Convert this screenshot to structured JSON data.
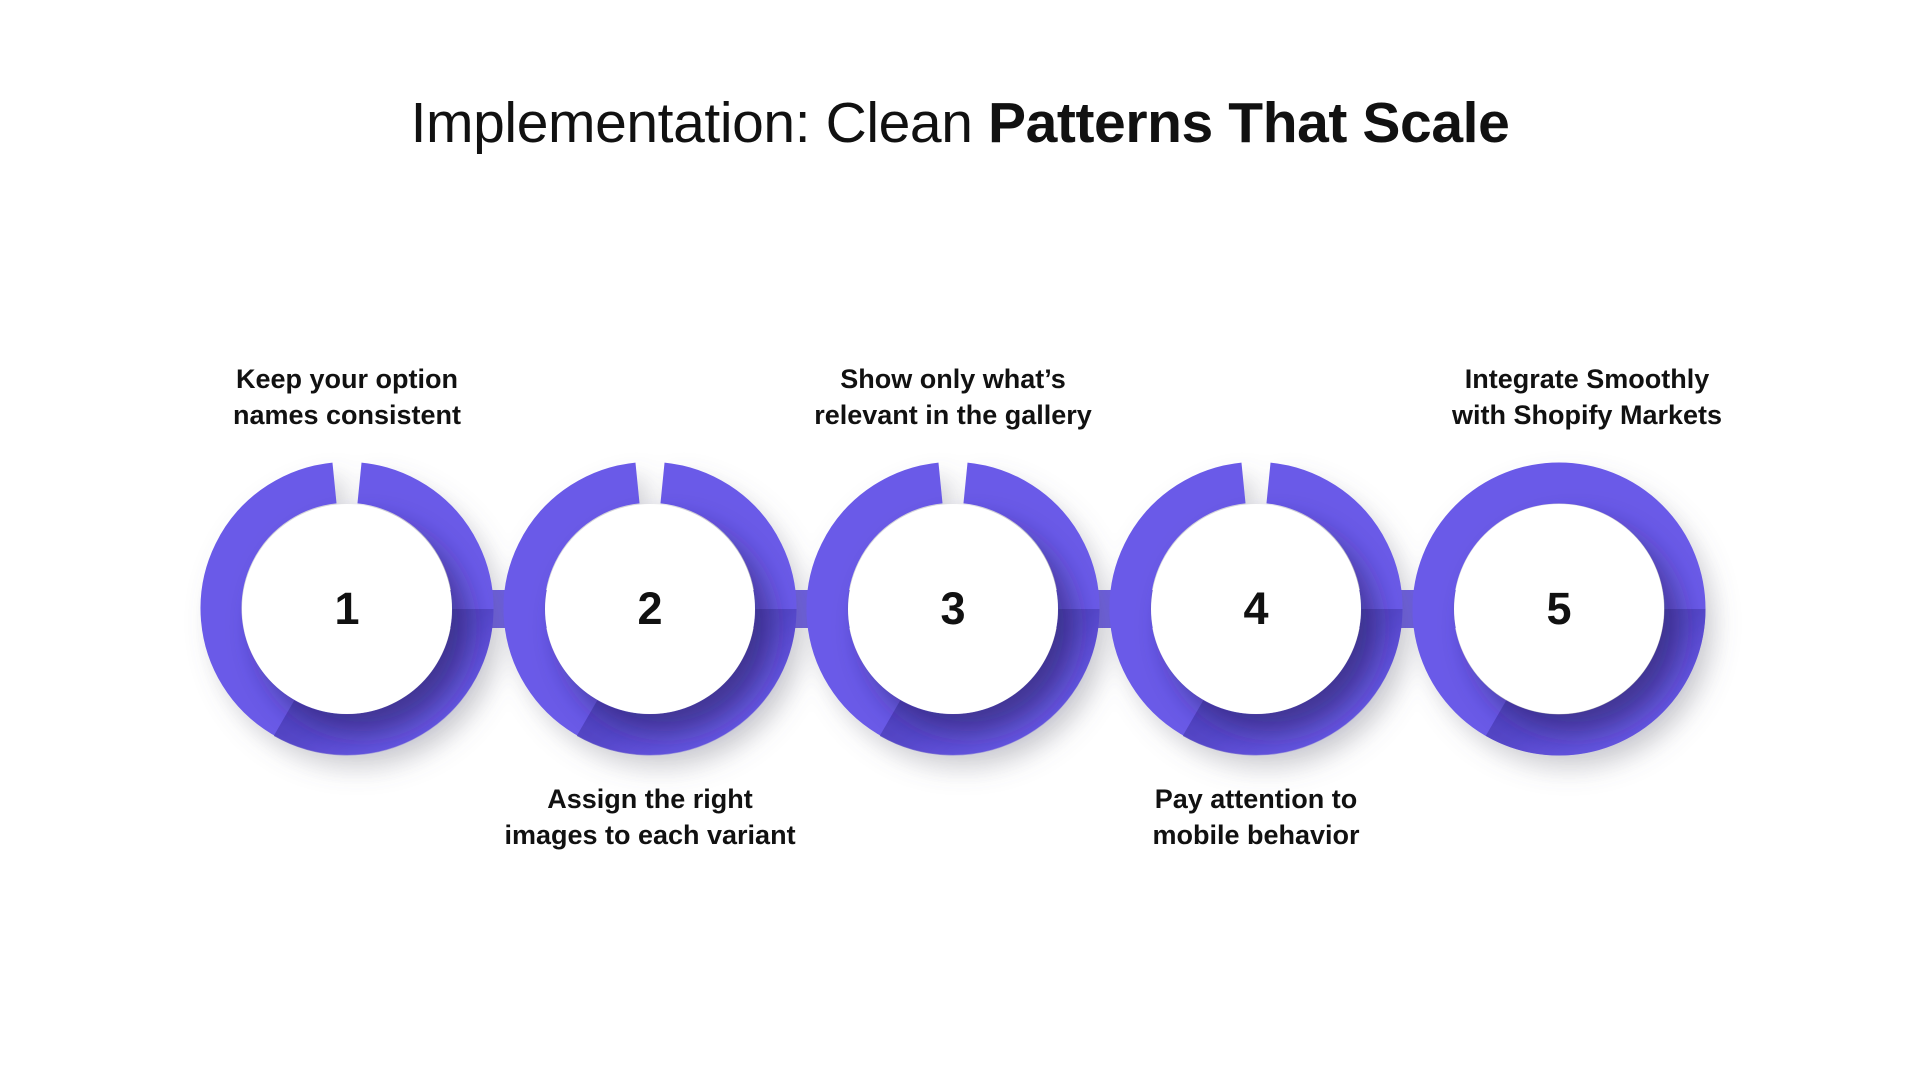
{
  "page": {
    "background_color": "#ffffff",
    "accent_color": "#6A5AE8",
    "accent_shadow_color": "#3D32A0",
    "text_color": "#111111"
  },
  "header": {
    "title_regular": "Implementation: Clean ",
    "title_bold": "Patterns That Scale"
  },
  "diagram": {
    "type": "process-chain",
    "step_count": 5,
    "steps": [
      {
        "number": "1",
        "caption": "Keep your option\nnames consistent",
        "caption_position": "above",
        "ring_style": "gapped"
      },
      {
        "number": "2",
        "caption": "Assign the right\nimages to each variant",
        "caption_position": "below",
        "ring_style": "gapped"
      },
      {
        "number": "3",
        "caption": "Show only what’s\nrelevant in the gallery",
        "caption_position": "above",
        "ring_style": "gapped"
      },
      {
        "number": "4",
        "caption": "Pay attention to\nmobile behavior",
        "caption_position": "below",
        "ring_style": "gapped"
      },
      {
        "number": "5",
        "caption": "Integrate Smoothly\nwith Shopify Markets",
        "caption_position": "above",
        "ring_style": "closed"
      }
    ]
  }
}
